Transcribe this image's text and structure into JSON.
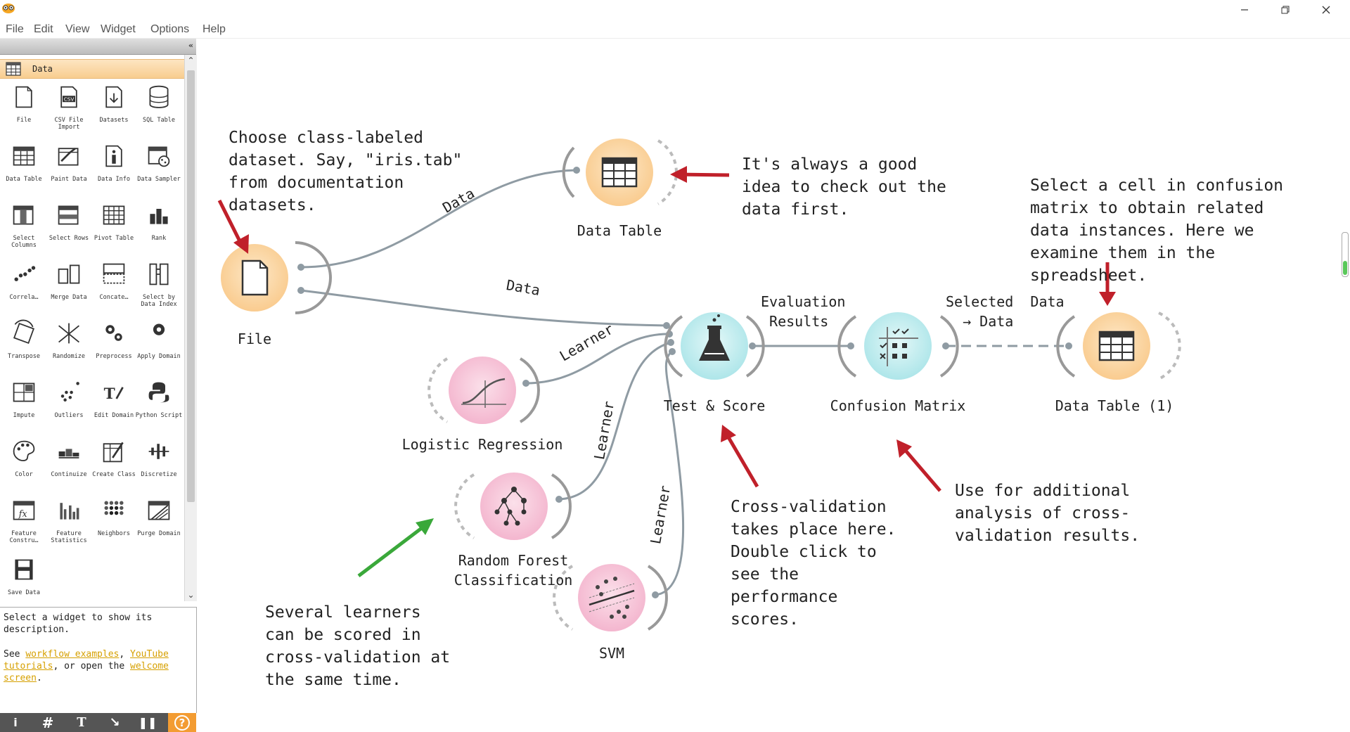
{
  "menubar": {
    "items": [
      "File",
      "Edit",
      "View",
      "Widget",
      "Options",
      "Help"
    ]
  },
  "toolbox": {
    "category": "Data",
    "widgets": [
      {
        "label": "File",
        "icon": "file-icon"
      },
      {
        "label": "CSV File Import",
        "icon": "csv-icon"
      },
      {
        "label": "Datasets",
        "icon": "datasets-icon"
      },
      {
        "label": "SQL Table",
        "icon": "database-icon"
      },
      {
        "label": "Data Table",
        "icon": "table-icon"
      },
      {
        "label": "Paint Data",
        "icon": "paint-data-icon"
      },
      {
        "label": "Data Info",
        "icon": "info-icon"
      },
      {
        "label": "Data Sampler",
        "icon": "sampler-icon"
      },
      {
        "label": "Select Columns",
        "icon": "select-columns-icon"
      },
      {
        "label": "Select Rows",
        "icon": "select-rows-icon"
      },
      {
        "label": "Pivot Table",
        "icon": "pivot-icon"
      },
      {
        "label": "Rank",
        "icon": "rank-icon"
      },
      {
        "label": "Correla…",
        "icon": "correlations-icon"
      },
      {
        "label": "Merge Data",
        "icon": "merge-icon"
      },
      {
        "label": "Concate…",
        "icon": "concatenate-icon"
      },
      {
        "label": "Select by Data Index",
        "icon": "select-by-index-icon"
      },
      {
        "label": "Transpose",
        "icon": "transpose-icon"
      },
      {
        "label": "Randomize",
        "icon": "randomize-icon"
      },
      {
        "label": "Preprocess",
        "icon": "gears-icon"
      },
      {
        "label": "Apply Domain",
        "icon": "gear-icon"
      },
      {
        "label": "Impute",
        "icon": "impute-icon"
      },
      {
        "label": "Outliers",
        "icon": "outliers-icon"
      },
      {
        "label": "Edit Domain",
        "icon": "edit-domain-icon"
      },
      {
        "label": "Python Script",
        "icon": "python-icon"
      },
      {
        "label": "Color",
        "icon": "palette-icon"
      },
      {
        "label": "Continuize",
        "icon": "continuize-icon"
      },
      {
        "label": "Create Class",
        "icon": "create-class-icon"
      },
      {
        "label": "Discretize",
        "icon": "discretize-icon"
      },
      {
        "label": "Feature Constru…",
        "icon": "feature-constructor-icon"
      },
      {
        "label": "Feature Statistics",
        "icon": "feature-statistics-icon"
      },
      {
        "label": "Neighbors",
        "icon": "neighbors-icon"
      },
      {
        "label": "Purge Domain",
        "icon": "purge-icon"
      },
      {
        "label": "Save Data",
        "icon": "save-icon"
      }
    ]
  },
  "description": {
    "line1": "Select a widget to show its description.",
    "see": "See ",
    "link1": "workflow examples",
    "sep1": ", ",
    "link2": "YouTube tutorials",
    "sep2": ", or open the ",
    "link3": "welcome screen",
    "end": "."
  },
  "bottombar": [
    "info",
    "grid",
    "text",
    "arrow",
    "pause",
    "help"
  ],
  "nodes": {
    "file": "File",
    "data_table": "Data Table",
    "test_score": "Test & Score",
    "confusion_matrix": "Confusion Matrix",
    "data_table_1": "Data Table (1)",
    "logistic_regression": "Logistic Regression",
    "random_forest": "Random Forest\nClassification",
    "svm": "SVM"
  },
  "links": {
    "file_to_table": "Data",
    "file_to_test": "Data",
    "lr_to_test": "Learner",
    "rf_to_test": "Learner",
    "svm_to_test": "Learner",
    "test_to_cm": "Evaluation\n Results",
    "cm_to_table": "Selected  Data\n  → Data"
  },
  "notes": {
    "file_note": "Choose class-labeled\ndataset. Say, \"iris.tab\"\nfrom documentation\ndatasets.",
    "table_note": "It's always a good\nidea to check out the\ndata first.",
    "cm_select_note": "Select a cell in confusion\nmatrix to obtain related\ndata instances. Here we\nexamine them in the\nspreadsheet.",
    "learners_note": "Several learners\ncan be scored in\ncross-validation at\nthe same time.",
    "cv_note": "Cross-validation\ntakes place here.\nDouble click to\nsee the\nperformance\nscores.",
    "cm_use_note": "Use for additional\nanalysis of cross-\nvalidation results."
  },
  "colors": {
    "data_node": "#fcd9a7",
    "model_node": "#f8c8dc",
    "eval_node": "#c7eef0",
    "annotation_red": "#c0202a",
    "annotation_green": "#3aa83a"
  }
}
